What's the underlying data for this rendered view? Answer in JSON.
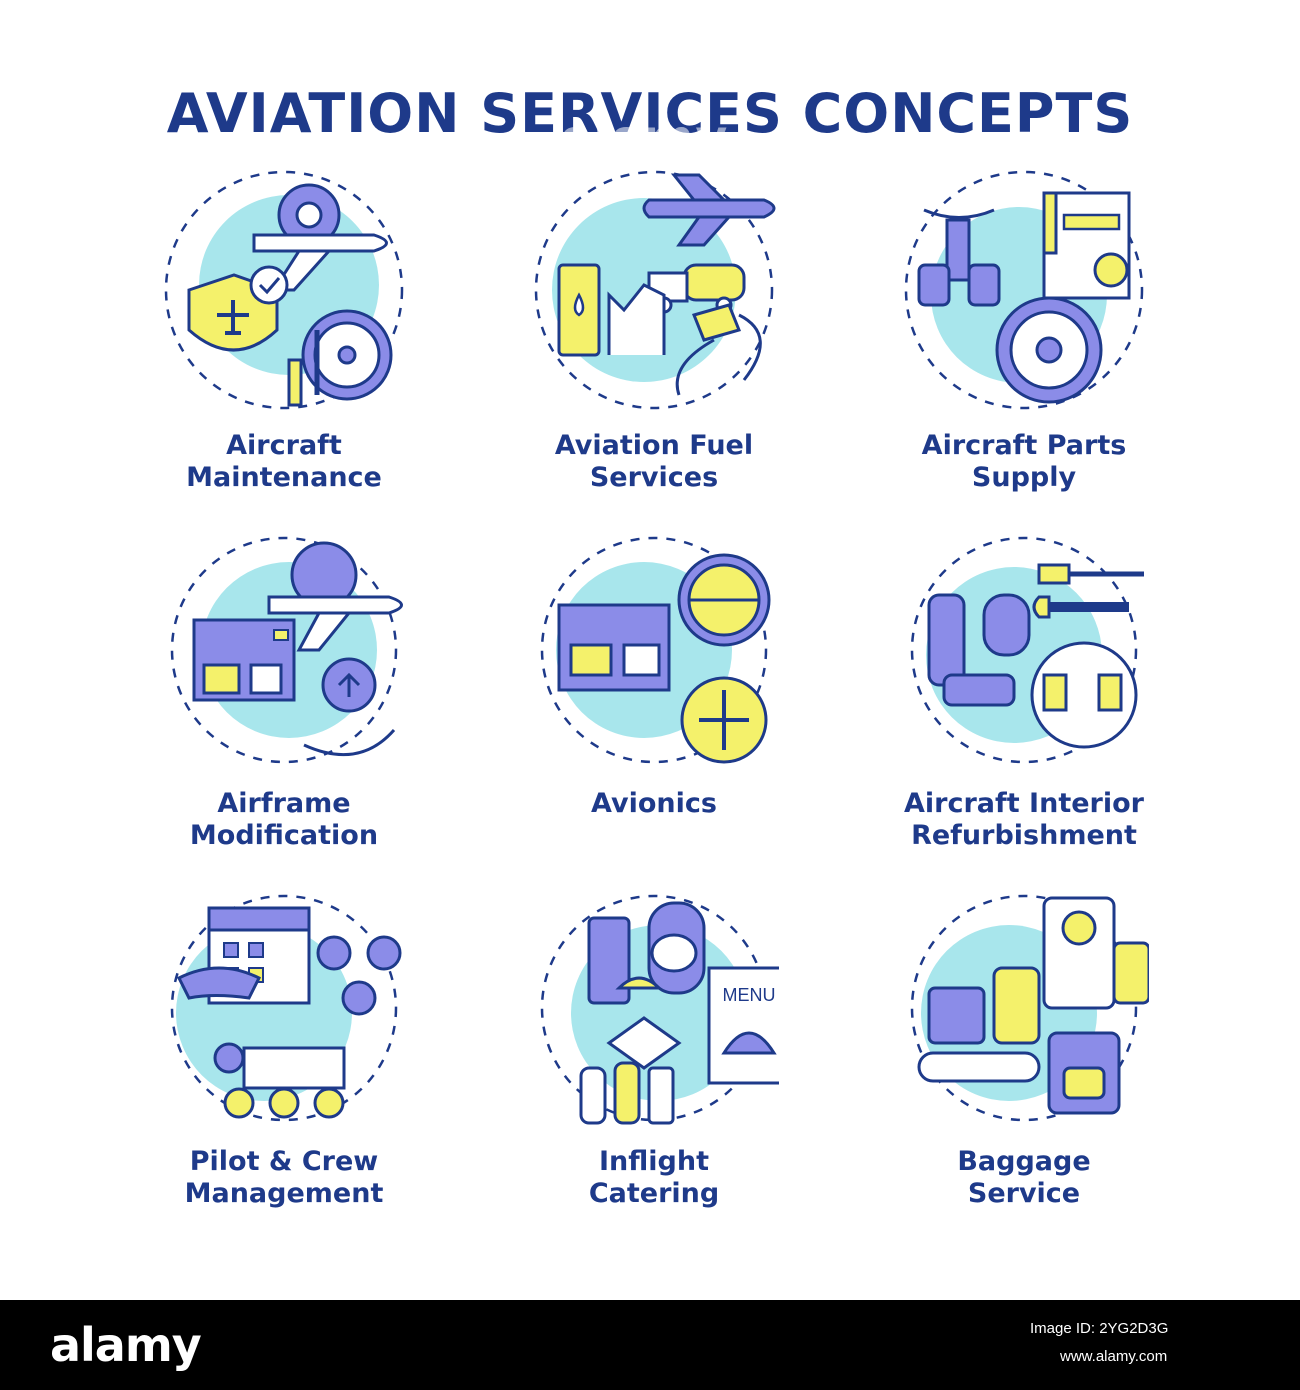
{
  "title": "AVIATION SERVICES CONCEPTS",
  "watermark": "alamy",
  "colors": {
    "navy": "#1e3a8a",
    "purple": "#8b8ce8",
    "yellow": "#f4f16b",
    "cyan": "#a8e6ec"
  },
  "items": [
    {
      "line1": "Aircraft",
      "line2": "Maintenance",
      "icon": "aircraft-maintenance-icon"
    },
    {
      "line1": "Aviation Fuel",
      "line2": "Services",
      "icon": "aviation-fuel-icon"
    },
    {
      "line1": "Aircraft Parts",
      "line2": "Supply",
      "icon": "aircraft-parts-icon"
    },
    {
      "line1": "Airframe",
      "line2": "Modification",
      "icon": "airframe-modification-icon"
    },
    {
      "line1": "Avionics",
      "line2": "",
      "icon": "avionics-icon"
    },
    {
      "line1": "Aircraft Interior",
      "line2": "Refurbishment",
      "icon": "interior-refurbishment-icon"
    },
    {
      "line1": "Pilot & Crew",
      "line2": "Management",
      "icon": "crew-management-icon"
    },
    {
      "line1": "Inflight",
      "line2": "Catering",
      "icon": "inflight-catering-icon"
    },
    {
      "line1": "Baggage",
      "line2": "Service",
      "icon": "baggage-service-icon"
    }
  ],
  "menu_text": "MENU",
  "footer": {
    "logo": "alamy",
    "image_id": "Image ID: 2YG2D3G",
    "url": "www.alamy.com"
  }
}
